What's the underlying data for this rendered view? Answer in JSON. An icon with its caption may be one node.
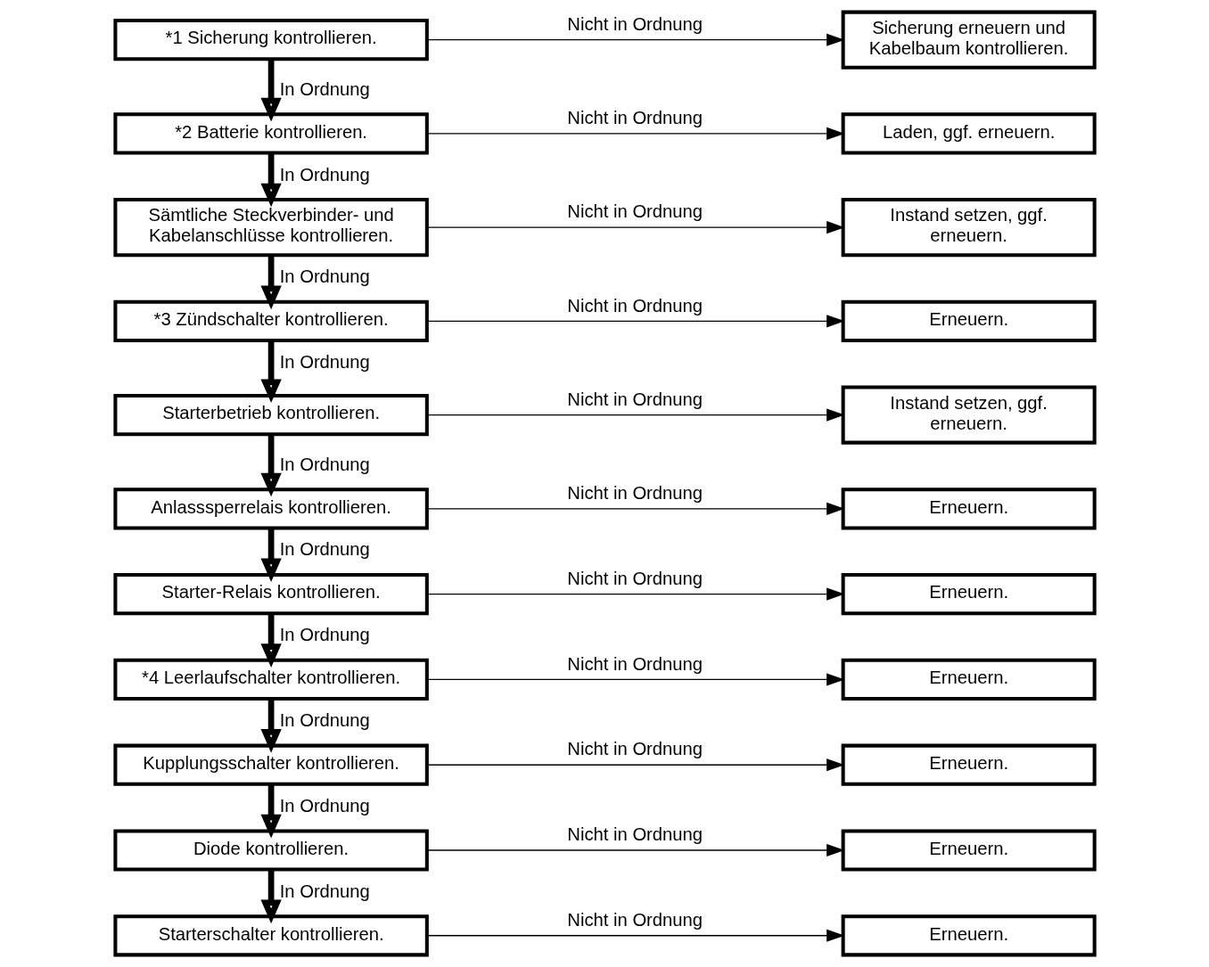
{
  "diagram": {
    "nodes": [
      {
        "text": [
          "*1 Sicherung kontrollieren."
        ]
      },
      {
        "text": [
          "Sicherung erneuern und Kabelbaum kontrollieren."
        ]
      },
      {
        "text": [
          "*2 Batterie kontrollieren."
        ]
      },
      {
        "text": [
          "Laden, ggf. erneuern."
        ]
      },
      {
        "text": [
          "Sämtliche Steckverbinder- und Kabelanschlüsse kontrollieren."
        ]
      },
      {
        "text": [
          "Instand setzen, ggf. erneuern."
        ]
      },
      {
        "text": [
          "*3 Zündschalter kontrollieren."
        ]
      },
      {
        "text": [
          "Erneuern."
        ]
      },
      {
        "text": [
          "Starterbetrieb kontrollieren."
        ]
      },
      {
        "text": [
          "Instand setzen, ggf. erneuern."
        ]
      },
      {
        "text": [
          "Anlasssperrelais kontrollieren."
        ]
      },
      {
        "text": [
          "Erneuern."
        ]
      },
      {
        "text": [
          "Starter-Relais kontrollieren."
        ]
      },
      {
        "text": [
          "Erneuern."
        ]
      },
      {
        "text": [
          "*4 Leerlaufschalter kontrollieren."
        ]
      },
      {
        "text": [
          "Erneuern."
        ]
      },
      {
        "text": [
          "Kupplungsschalter kontrollieren."
        ]
      },
      {
        "text": [
          "Erneuern."
        ]
      },
      {
        "text": [
          "Diode kontrollieren."
        ]
      },
      {
        "text": [
          "Erneuern."
        ]
      },
      {
        "text": [
          "Starterschalter kontrollieren."
        ]
      },
      {
        "text": [
          "Erneuern."
        ]
      }
    ],
    "edges": [
      {
        "from": 0,
        "to": 1,
        "arrow": "to",
        "label": "Nicht in Ordnung"
      },
      {
        "from": 0,
        "to": 2,
        "arrow": "to",
        "label": "In Ordnung",
        "style": "thick"
      },
      {
        "from": 2,
        "to": 3,
        "arrow": "to",
        "label": "Nicht in Ordnung"
      },
      {
        "from": 2,
        "to": 4,
        "arrow": "to",
        "label": "In Ordnung",
        "style": "thick"
      },
      {
        "from": 4,
        "to": 5,
        "arrow": "to",
        "label": "Nicht in Ordnung"
      },
      {
        "from": 4,
        "to": 6,
        "arrow": "to",
        "label": "In Ordnung",
        "style": "thick"
      },
      {
        "from": 6,
        "to": 7,
        "arrow": "to",
        "label": "Nicht in Ordnung"
      },
      {
        "from": 6,
        "to": 8,
        "arrow": "to",
        "label": "In Ordnung",
        "style": "thick"
      },
      {
        "from": 8,
        "to": 9,
        "arrow": "to",
        "label": "Nicht in Ordnung"
      },
      {
        "from": 8,
        "to": 10,
        "arrow": "to",
        "label": "In Ordnung",
        "style": "thick"
      },
      {
        "from": 10,
        "to": 11,
        "arrow": "to",
        "label": "Nicht in Ordnung"
      },
      {
        "from": 10,
        "to": 12,
        "arrow": "to",
        "label": "In Ordnung",
        "style": "thick"
      },
      {
        "from": 12,
        "to": 13,
        "arrow": "to",
        "label": "Nicht in Ordnung"
      },
      {
        "from": 12,
        "to": 14,
        "arrow": "to",
        "label": "In Ordnung",
        "style": "thick"
      },
      {
        "from": 14,
        "to": 15,
        "arrow": "to",
        "label": "Nicht in Ordnung"
      },
      {
        "from": 14,
        "to": 16,
        "arrow": "to",
        "label": "In Ordnung",
        "style": "thick"
      },
      {
        "from": 16,
        "to": 17,
        "arrow": "to",
        "label": "Nicht in Ordnung"
      },
      {
        "from": 16,
        "to": 18,
        "arrow": "to",
        "label": "In Ordnung",
        "style": "thick"
      },
      {
        "from": 18,
        "to": 19,
        "arrow": "to",
        "label": "Nicht in Ordnung"
      },
      {
        "from": 18,
        "to": 20,
        "arrow": "to",
        "label": "In Ordnung",
        "style": "thick"
      },
      {
        "from": 20,
        "to": 21,
        "arrow": "to",
        "label": "Nicht in Ordnung"
      }
    ]
  }
}
